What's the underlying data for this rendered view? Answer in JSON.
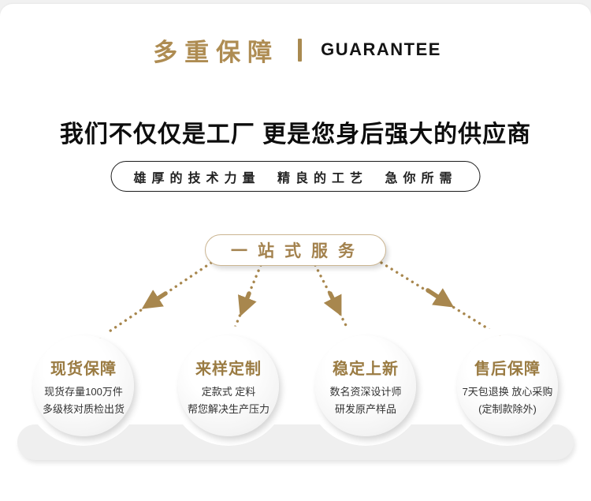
{
  "colors": {
    "accent_gold": "#AE8C52",
    "deep_gold": "#9A7B42",
    "arrow_gold": "#A8874E",
    "pill_border": "#CBB591",
    "text_dark": "#111111",
    "body_text": "#333333",
    "platform_gray": "#EFEFEF"
  },
  "header": {
    "title_cn": "多重保障",
    "divider_bar": "|",
    "title_en": "GUARANTEE"
  },
  "headline": {
    "text": "我们不仅仅是工厂 更是您身后强大的供应商"
  },
  "tagline": {
    "text": "雄厚的技术力量 精良的工艺 急你所需"
  },
  "service_pill": {
    "label": "一站式服务"
  },
  "features": [
    {
      "title": "现货保障",
      "line1": "现货存量100万件",
      "line2": "多级核对质检出货"
    },
    {
      "title": "来样定制",
      "line1": "定款式 定料",
      "line2": "帮您解决生产压力"
    },
    {
      "title": "稳定上新",
      "line1": "数名资深设计师",
      "line2": "研发原产样品"
    },
    {
      "title": "售后保障",
      "line1": "7天包退换 放心采购",
      "line2": "(定制款除外)"
    }
  ]
}
